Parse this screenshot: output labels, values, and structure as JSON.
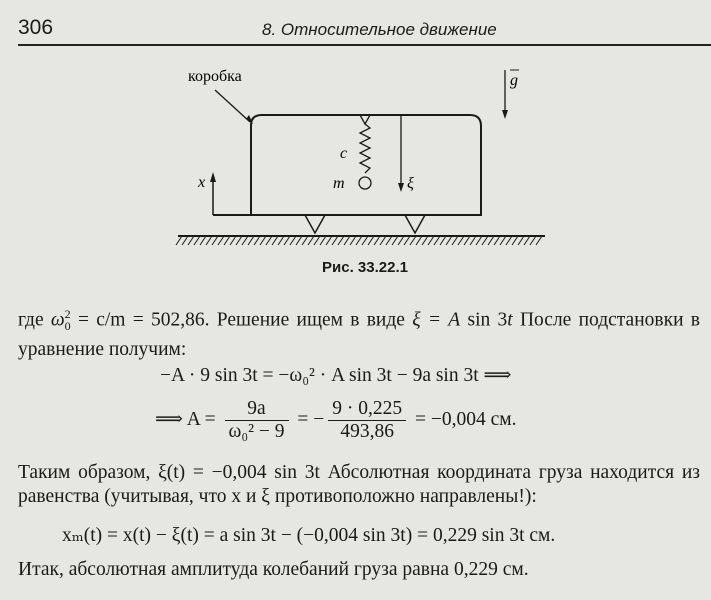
{
  "header": {
    "page_number": "306",
    "chapter_title": "8. Относительное движение"
  },
  "figure": {
    "label_box": "коробка",
    "label_g": "g",
    "label_c": "c",
    "label_m": "m",
    "label_xi": "ξ",
    "label_x": "x",
    "caption": "Рис. 33.22.1"
  },
  "text": {
    "p1": {
      "a": "где ",
      "omega": "ω",
      "sup2": "2",
      "sub0": "0",
      "b": " = c/m = 502,86. Решение ищем в виде ",
      "c": "ξ = A",
      "d": " sin 3",
      "t": "t",
      "e": "  После подстановки в уравнение получим:"
    },
    "eq1": "−A · 9  sin 3t = −ω₀² · A sin 3t − 9a sin 3t ⟹",
    "eq2": {
      "lead": "⟹ A = ",
      "num1": "9a",
      "den1": "ω₀² − 9",
      "mid": " = −",
      "num2": "9 · 0,225",
      "den2": "493,86",
      "tail": " = −0,004 см."
    },
    "p2": "Таким образом, ξ(t) = −0,004 sin 3t  Абсолютная координата груза находится из равенства (учитывая, что x и ξ противоположно направлены!):",
    "eq3": "xₘ(t) = x(t) − ξ(t) = a sin 3t − (−0,004 sin 3t) = 0,229  sin 3t см.",
    "p3": "Итак, абсолютная амплитуда колебаний груза равна 0,229 см."
  }
}
